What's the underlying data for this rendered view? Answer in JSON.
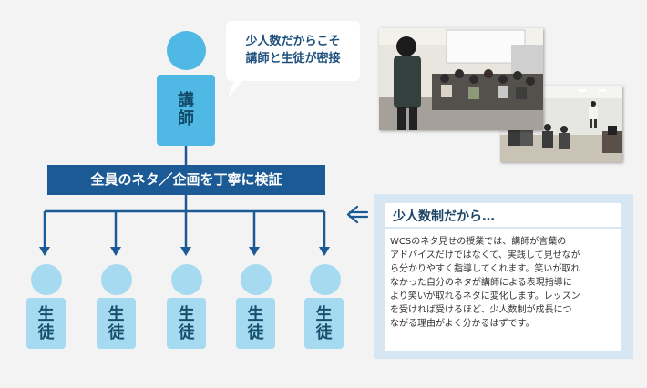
{
  "teacher": {
    "label": "講\n師"
  },
  "bubble": {
    "text": "少人数だからこそ\n講師と生徒が密接"
  },
  "banner": {
    "text": "全員のネタ／企画を丁寧に検証"
  },
  "students": [
    {
      "label": "生\n徒"
    },
    {
      "label": "生\n徒"
    },
    {
      "label": "生\n徒"
    },
    {
      "label": "生\n徒"
    },
    {
      "label": "生\n徒"
    }
  ],
  "panel": {
    "title": "少人数制だから…",
    "body": "WCSのネタ見せの授業では、講師が言葉の\nアドバイスだけではなくて、実践して見せなが\nら分かりやすく指導してくれます。笑いが取れ\nなかった自分のネタが講師による表現指導に\nより笑いが取れるネタに変化します。レッスン\nを受ければ受けるほど、少人数制が成長につ\nながる理由がよく分かるはずです。"
  },
  "colors": {
    "teacher": "#4fb8e4",
    "student": "#a6daf1",
    "banner": "#1b5a94",
    "connector": "#1b5a94",
    "panel_frame": "#d6e7f3"
  },
  "icons": [
    "arrow-left-icon",
    "arrow-down-icon"
  ]
}
